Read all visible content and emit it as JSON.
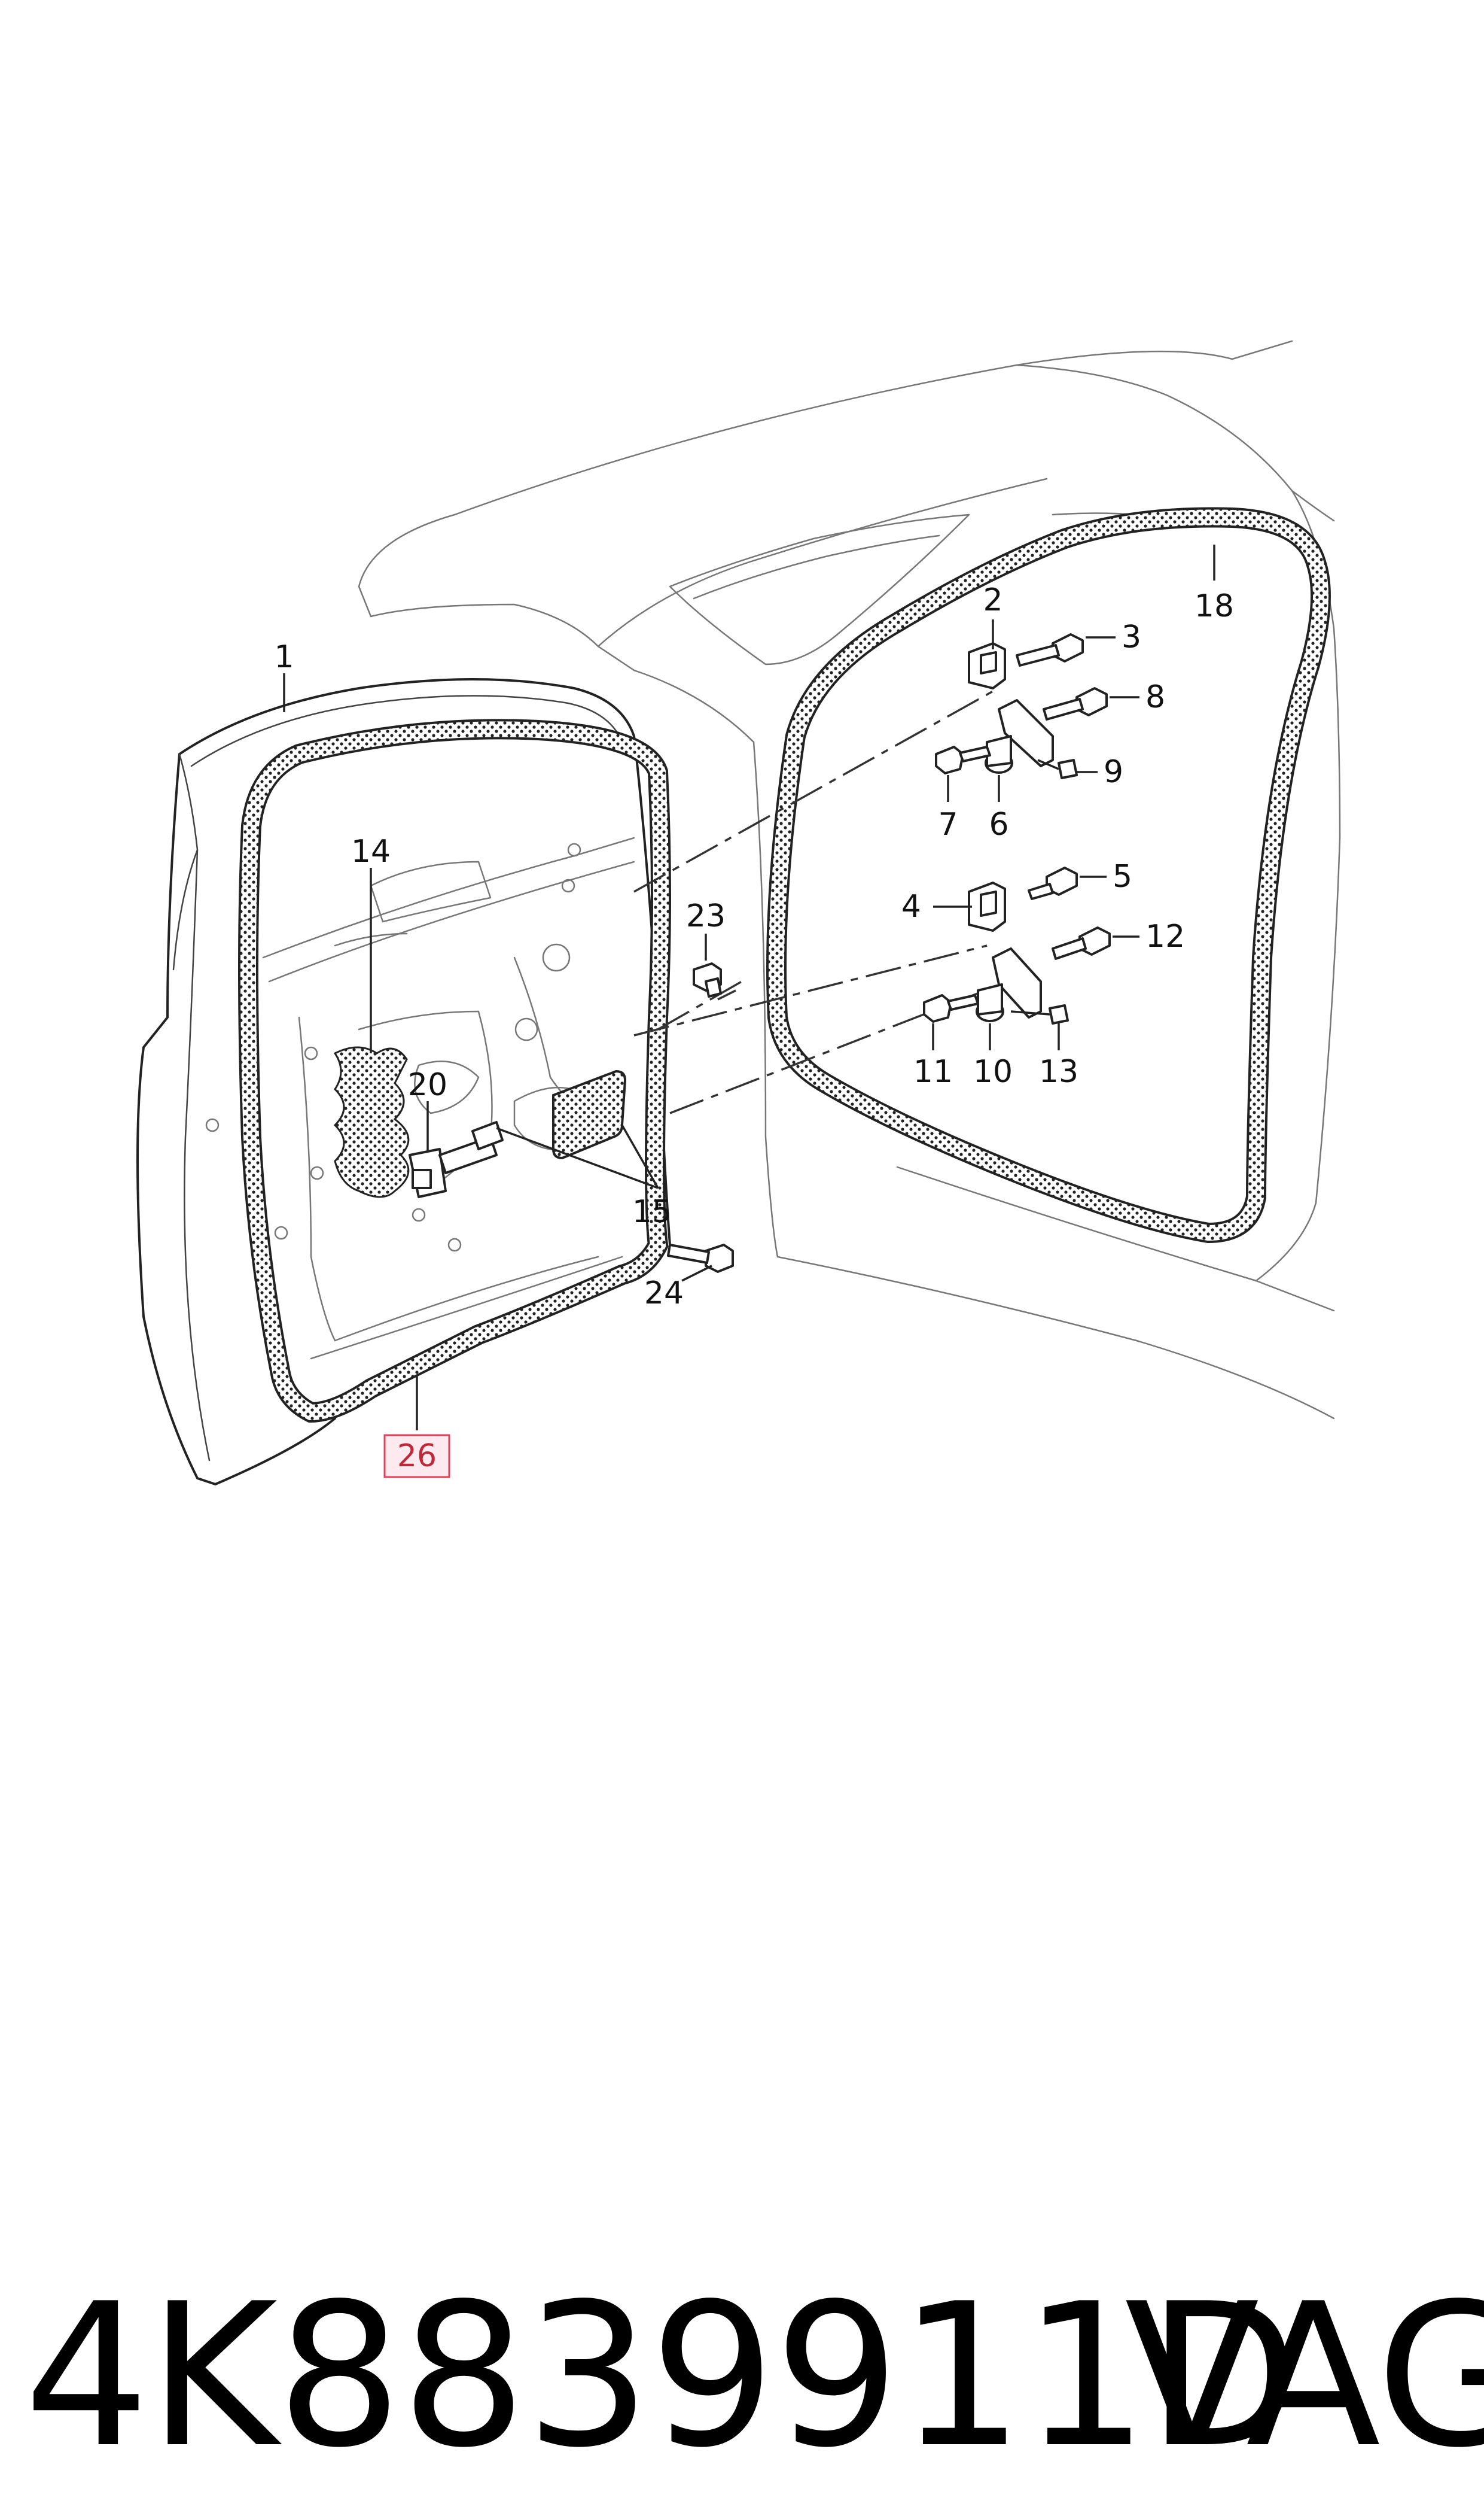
{
  "diagram": {
    "callouts": {
      "c1": "1",
      "c2": "2",
      "c3": "3",
      "c4": "4",
      "c5": "5",
      "c6": "6",
      "c7": "7",
      "c8": "8",
      "c9": "9",
      "c10": "10",
      "c11": "11",
      "c12": "12",
      "c13": "13",
      "c14": "14",
      "c15": "15",
      "c18": "18",
      "c20": "20",
      "c23": "23",
      "c24": "24",
      "c26": "26"
    },
    "highlight_color": "#e0415a"
  },
  "footer": {
    "part_number": "4K8839911D",
    "brand": "VAG"
  }
}
